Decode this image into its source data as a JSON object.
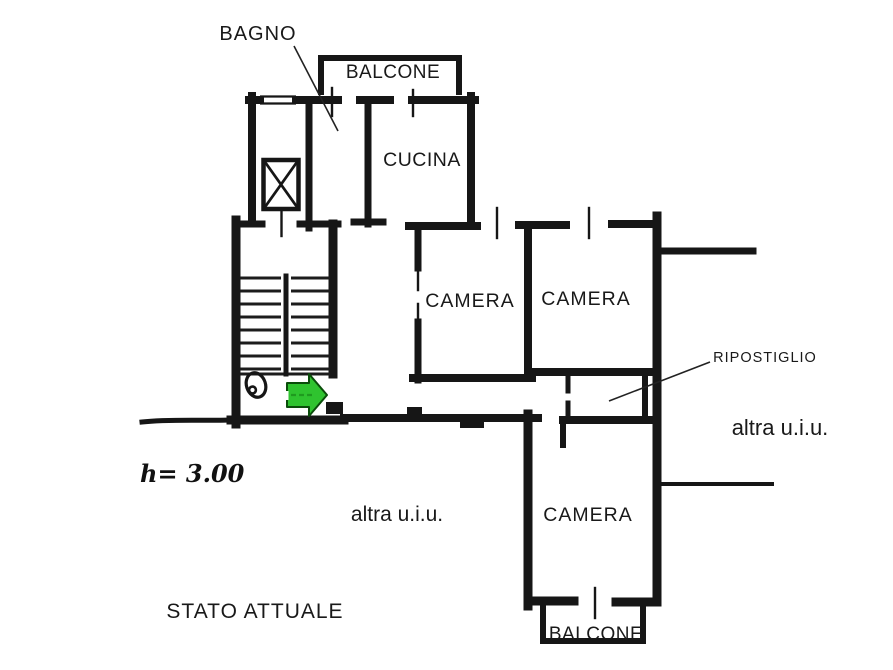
{
  "plan": {
    "labels": {
      "bagno": "BAGNO",
      "balcone_top": "BALCONE",
      "cucina": "CUCINA",
      "camera_left": "CAMERA",
      "camera_right": "CAMERA",
      "camera_bottom": "CAMERA",
      "ripostiglio": "RIPOSTIGLIO",
      "altra_uiu_right": "altra u.i.u.",
      "altra_uiu_center": "altra u.i.u.",
      "balcone_bottom": "BALCONE",
      "status_caption": "STATO ATTUALE",
      "height_note": "h= 3.00"
    },
    "colors": {
      "background": "#ffffff",
      "wall": "#161616",
      "text": "#191919",
      "arrow_fill": "#2fc32f",
      "arrow_stroke": "#0a4d0a",
      "arrow_dash": "#1f9a1f"
    }
  }
}
